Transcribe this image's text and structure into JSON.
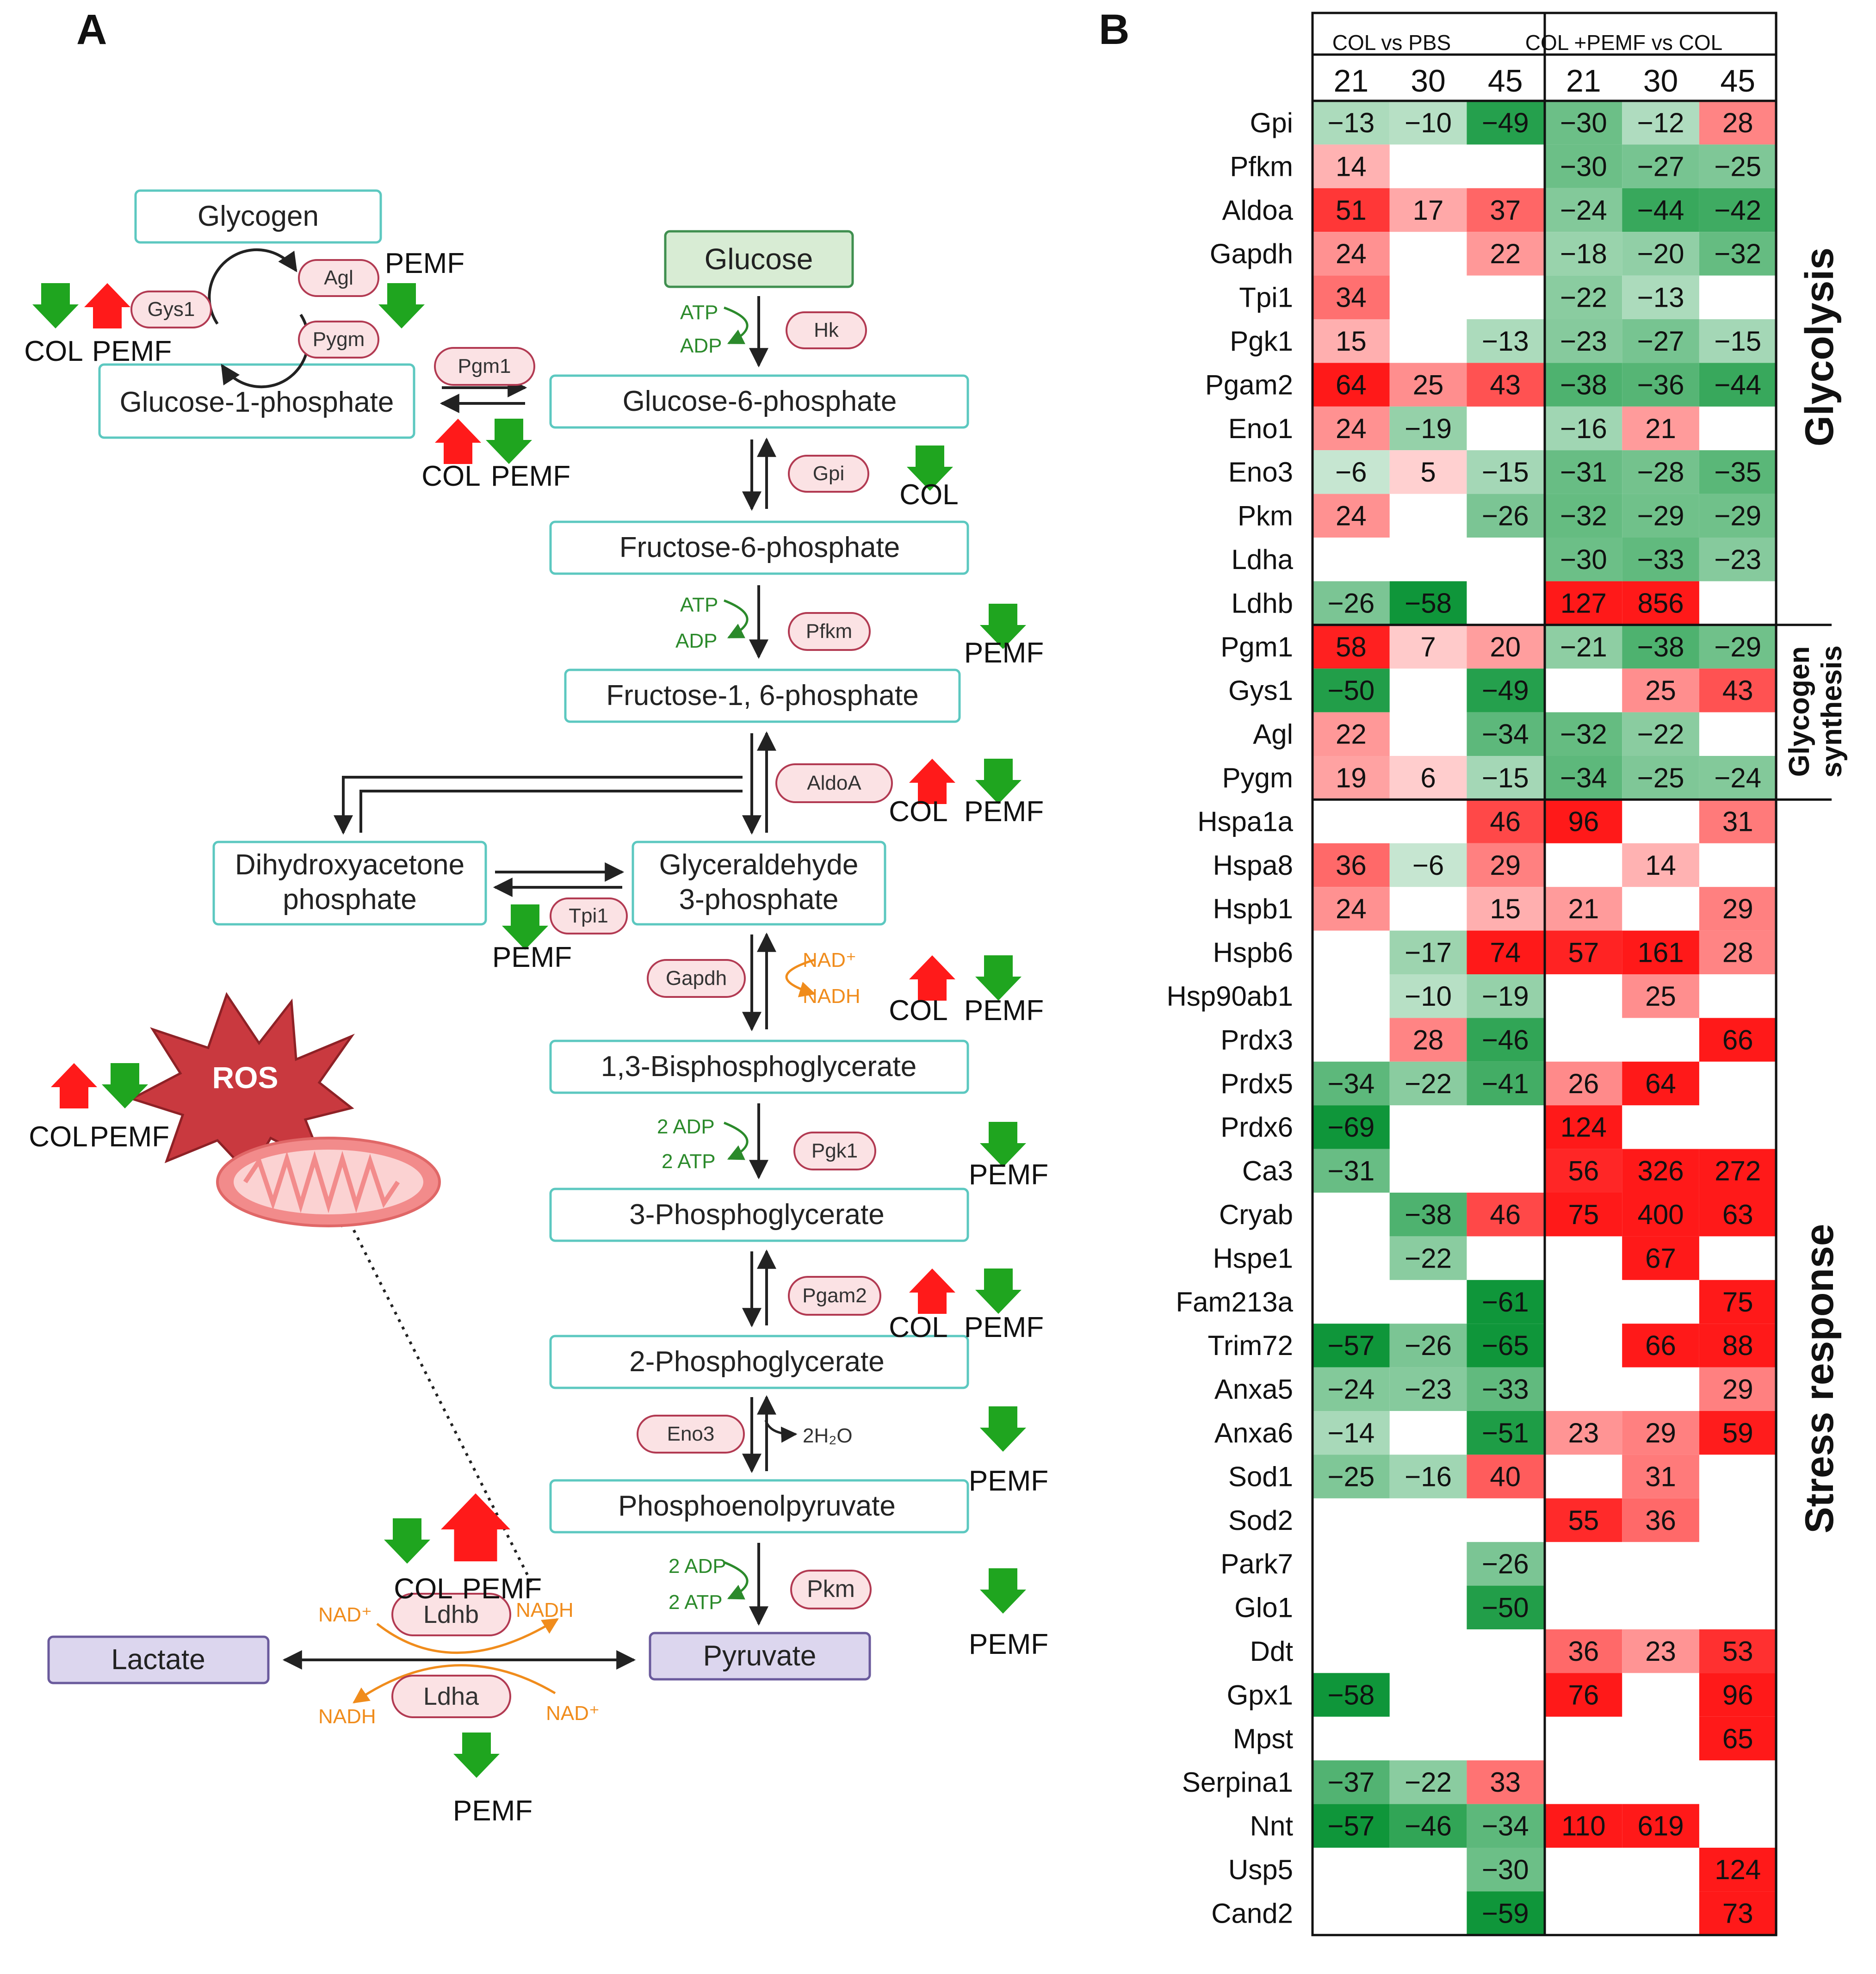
{
  "panel_a_label": "A",
  "panel_b_label": "B",
  "pathway": {
    "metabolites": {
      "glycogen": "Glycogen",
      "g1p": "Glucose-1-phosphate",
      "glucose": "Glucose",
      "g6p": "Glucose-6-phosphate",
      "f6p": "Fructose-6-phosphate",
      "f16p": "Fructose-1, 6-phosphate",
      "dhap_line1": "Dihydroxyacetone",
      "dhap_line2": "phosphate",
      "g3p_line1": "Glyceraldehyde",
      "g3p_line2": "3-phosphate",
      "bpg": "1,3-Bisphosphoglycerate",
      "pg3": "3-Phosphoglycerate",
      "pg2": "2-Phosphoglycerate",
      "pep": "Phosphoenolpyruvate",
      "pyruvate": "Pyruvate",
      "lactate": "Lactate"
    },
    "enzymes": {
      "gys1": "Gys1",
      "agl": "Agl",
      "pygm": "Pygm",
      "pgm1": "Pgm1",
      "hk": "Hk",
      "gpi": "Gpi",
      "pfkm": "Pfkm",
      "aldoa": "AldoA",
      "tpi1": "Tpi1",
      "gapdh": "Gapdh",
      "pgk1": "Pgk1",
      "pgam2": "Pgam2",
      "eno3": "Eno3",
      "pkm": "Pkm",
      "ldhb": "Ldhb",
      "ldha": "Ldha"
    },
    "cofactors": {
      "atp": "ATP",
      "adp": "ADP",
      "two_adp": "2 ADP",
      "two_atp": "2 ATP",
      "nad": "NAD⁺",
      "nadh": "NADH",
      "water": "2H₂O"
    },
    "ros": "ROS",
    "col": "COL",
    "pemf": "PEMF",
    "colors": {
      "up": "#ff1a1a",
      "down": "#1fa51f",
      "box_border": "#5cc8c0",
      "cofactor_green": "#2b8a2b",
      "cofactor_orange": "#f08c1c"
    }
  },
  "heatmap": {
    "group1": "COL vs PBS",
    "group2": "COL +PEMF vs COL",
    "days": [
      "21",
      "30",
      "45",
      "21",
      "30",
      "45"
    ],
    "sections": [
      "Glycolysis",
      "Glycogen",
      "synthesis",
      "Stress response"
    ],
    "rows": [
      {
        "gene": "Gpi",
        "v": [
          -13,
          -10,
          -49,
          -30,
          -12,
          28
        ]
      },
      {
        "gene": "Pfkm",
        "v": [
          14,
          null,
          null,
          -30,
          -27,
          -25
        ]
      },
      {
        "gene": "Aldoa",
        "v": [
          51,
          17,
          37,
          -24,
          -44,
          -42
        ]
      },
      {
        "gene": "Gapdh",
        "v": [
          24,
          null,
          22,
          -18,
          -20,
          -32
        ]
      },
      {
        "gene": "Tpi1",
        "v": [
          34,
          null,
          null,
          -22,
          -13,
          null
        ]
      },
      {
        "gene": "Pgk1",
        "v": [
          15,
          null,
          -13,
          -23,
          -27,
          -15
        ]
      },
      {
        "gene": "Pgam2",
        "v": [
          64,
          25,
          43,
          -38,
          -36,
          -44
        ]
      },
      {
        "gene": "Eno1",
        "v": [
          24,
          -19,
          null,
          -16,
          21,
          null
        ]
      },
      {
        "gene": "Eno3",
        "v": [
          -6,
          5,
          -15,
          -31,
          -28,
          -35
        ]
      },
      {
        "gene": "Pkm",
        "v": [
          24,
          null,
          -26,
          -32,
          -29,
          -29
        ]
      },
      {
        "gene": "Ldha",
        "v": [
          null,
          null,
          null,
          -30,
          -33,
          -23
        ]
      },
      {
        "gene": "Ldhb",
        "v": [
          -26,
          -58,
          null,
          127,
          856,
          null
        ]
      },
      {
        "gene": "Pgm1",
        "v": [
          58,
          7,
          20,
          -21,
          -38,
          -29
        ]
      },
      {
        "gene": "Gys1",
        "v": [
          -50,
          null,
          -49,
          null,
          25,
          43
        ]
      },
      {
        "gene": "Agl",
        "v": [
          22,
          null,
          -34,
          -32,
          -22,
          null
        ]
      },
      {
        "gene": "Pygm",
        "v": [
          19,
          6,
          -15,
          -34,
          -25,
          -24
        ]
      },
      {
        "gene": "Hspa1a",
        "v": [
          null,
          null,
          46,
          96,
          null,
          31
        ]
      },
      {
        "gene": "Hspa8",
        "v": [
          36,
          -6,
          29,
          null,
          14,
          null
        ]
      },
      {
        "gene": "Hspb1",
        "v": [
          24,
          null,
          15,
          21,
          null,
          29
        ]
      },
      {
        "gene": "Hspb6",
        "v": [
          null,
          -17,
          74,
          57,
          161,
          28
        ]
      },
      {
        "gene": "Hsp90ab1",
        "v": [
          null,
          -10,
          -19,
          null,
          25,
          null
        ]
      },
      {
        "gene": "Prdx3",
        "v": [
          null,
          28,
          -46,
          null,
          null,
          66
        ]
      },
      {
        "gene": "Prdx5",
        "v": [
          -34,
          -22,
          -41,
          26,
          64,
          null
        ]
      },
      {
        "gene": "Prdx6",
        "v": [
          -69,
          null,
          null,
          124,
          null,
          null
        ]
      },
      {
        "gene": "Ca3",
        "v": [
          -31,
          null,
          null,
          56,
          326,
          272
        ]
      },
      {
        "gene": "Cryab",
        "v": [
          null,
          -38,
          46,
          75,
          400,
          63
        ]
      },
      {
        "gene": "Hspe1",
        "v": [
          null,
          -22,
          null,
          null,
          67,
          null
        ]
      },
      {
        "gene": "Fam213a",
        "v": [
          null,
          null,
          -61,
          null,
          null,
          75
        ]
      },
      {
        "gene": "Trim72",
        "v": [
          -57,
          -26,
          -65,
          null,
          66,
          88
        ]
      },
      {
        "gene": "Anxa5",
        "v": [
          -24,
          -23,
          -33,
          null,
          null,
          29
        ]
      },
      {
        "gene": "Anxa6",
        "v": [
          -14,
          null,
          -51,
          23,
          29,
          59
        ]
      },
      {
        "gene": "Sod1",
        "v": [
          -25,
          -16,
          40,
          null,
          31,
          null
        ]
      },
      {
        "gene": "Sod2",
        "v": [
          null,
          null,
          null,
          55,
          36,
          null
        ]
      },
      {
        "gene": "Park7",
        "v": [
          null,
          null,
          -26,
          null,
          null,
          null
        ]
      },
      {
        "gene": "Glo1",
        "v": [
          null,
          null,
          -50,
          null,
          null,
          null
        ]
      },
      {
        "gene": "Ddt",
        "v": [
          null,
          null,
          null,
          36,
          23,
          53
        ]
      },
      {
        "gene": "Gpx1",
        "v": [
          -58,
          null,
          null,
          76,
          null,
          96
        ]
      },
      {
        "gene": "Mpst",
        "v": [
          null,
          null,
          null,
          null,
          null,
          65
        ]
      },
      {
        "gene": "Serpina1",
        "v": [
          -37,
          -22,
          33,
          null,
          null,
          null
        ]
      },
      {
        "gene": "Nnt",
        "v": [
          -57,
          -46,
          -34,
          110,
          619,
          null
        ]
      },
      {
        "gene": "Usp5",
        "v": [
          null,
          null,
          -30,
          null,
          null,
          124
        ]
      },
      {
        "gene": "Cand2",
        "v": [
          null,
          null,
          -59,
          null,
          null,
          73
        ]
      }
    ]
  }
}
